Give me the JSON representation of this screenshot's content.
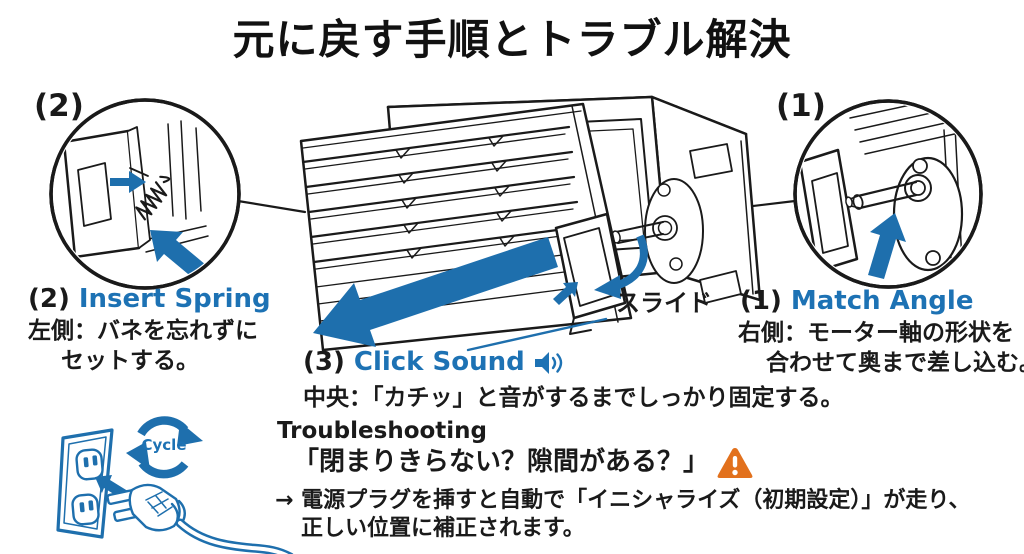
{
  "title": "元に戻す手順とトラブル解決",
  "colors": {
    "accent_blue": "#1E6FAD",
    "text_blue": "#1D72B4",
    "warning_orange": "#E2711D",
    "ink_black": "#1A1A1A"
  },
  "insets": {
    "left": {
      "marker": "(2)"
    },
    "right": {
      "marker": "(1)"
    }
  },
  "steps": {
    "match_angle": {
      "number": "(1)",
      "title": "Match Angle",
      "desc_line1": "右側：モーター軸の形状を",
      "desc_line2": "合わせて奥まで差し込む。"
    },
    "insert_spring": {
      "number": "(2)",
      "title": "Insert Spring",
      "desc_line1": "左側：バネを忘れずに",
      "desc_line2": "セットする。"
    },
    "click_sound": {
      "number": "(3)",
      "title": "Click Sound",
      "desc_line1": "中央：「カチッ」と音がするまでしっかり固定する。"
    }
  },
  "labels": {
    "slide": "スライド",
    "cycle": "Cycle"
  },
  "troubleshooting": {
    "heading": "Troubleshooting",
    "question": "「閉まりきらない？隙間がある？」",
    "answer_line1": "→ 電源プラグを挿すと自動で「イニシャライズ（初期設定）」が走り、",
    "answer_line2": "正しい位置に補正されます。"
  },
  "icons": {
    "speaker": "speaker-icon",
    "warning": "warning-icon",
    "cycle": "cycle-arrows-icon"
  }
}
